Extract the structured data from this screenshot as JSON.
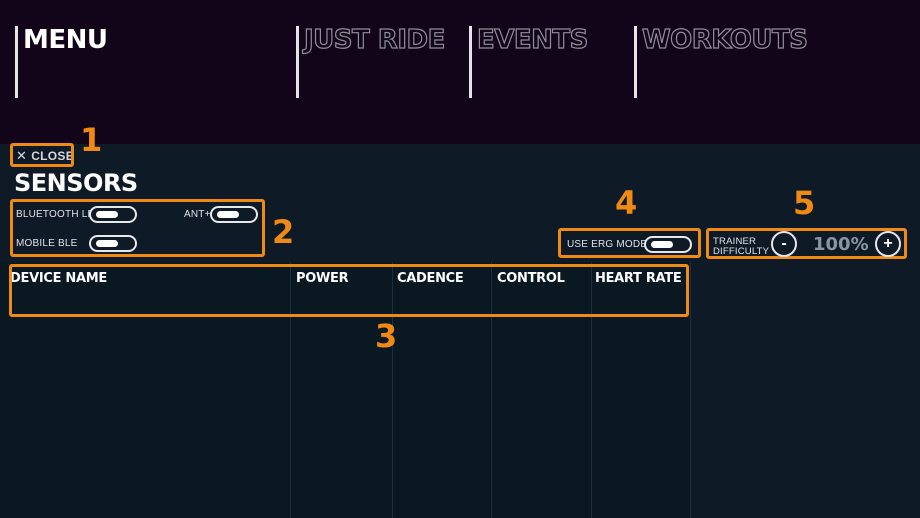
{
  "nav": {
    "items": [
      {
        "label": "MENU"
      },
      {
        "label": "JUST RIDE"
      },
      {
        "label": "EVENTS"
      },
      {
        "label": "WORKOUTS"
      }
    ]
  },
  "close": {
    "icon": "close-icon",
    "label": "CLOSE"
  },
  "page_title": "SENSORS",
  "sensors": {
    "bluetooth_le": "BLUETOOTH  LE",
    "ant_plus": "ANT+",
    "mobile_ble": "MOBILE BLE"
  },
  "erg": {
    "label": "USE ERG MODE"
  },
  "difficulty": {
    "label_line1": "TRAINER",
    "label_line2": "DIFFICULTY",
    "minus": "-",
    "value": "100%",
    "plus": "+"
  },
  "table": {
    "columns": [
      "DEVICE NAME",
      "POWER",
      "CADENCE",
      "CONTROL",
      "HEART RATE"
    ]
  },
  "annotations": [
    "1",
    "2",
    "3",
    "4",
    "5"
  ],
  "colors": {
    "nav_bg": "#120419",
    "content_bg": "#0e1b27",
    "annotation": "#f08a12"
  }
}
